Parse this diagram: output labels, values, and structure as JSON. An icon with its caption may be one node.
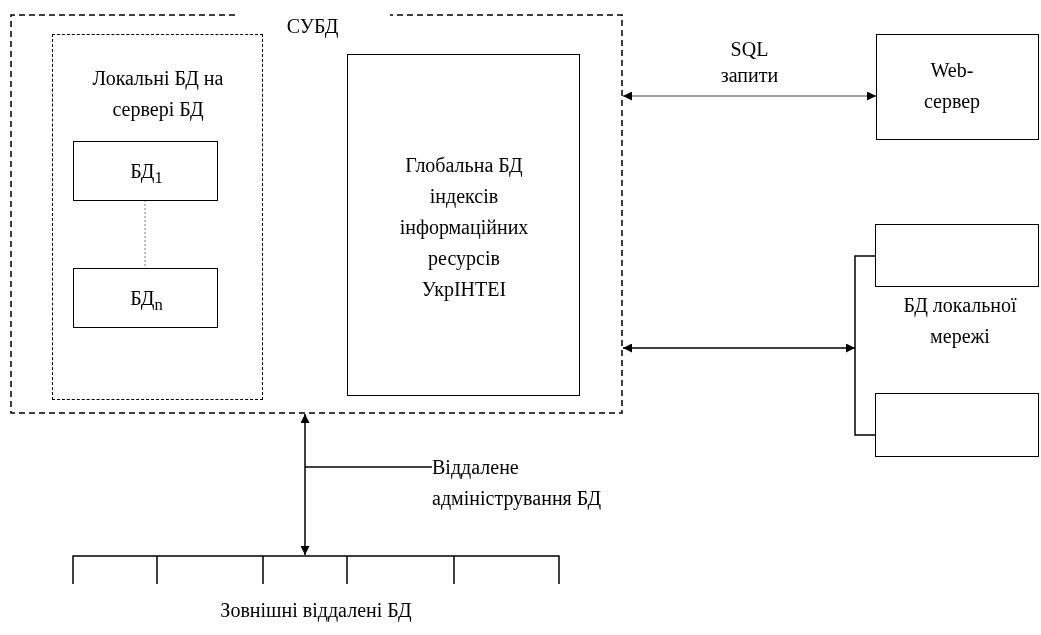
{
  "diagram": {
    "nodes": [
      {
        "text": [
          "СУБД"
        ]
      },
      {
        "text": [
          "Локальні БД на сервері БД"
        ],
        "in": 0
      },
      {
        "text": [
          "БД$_{1}$"
        ],
        "in": 1
      },
      {
        "text": [
          "БД$_{n}$"
        ],
        "in": 1
      },
      {
        "text": [
          "Глобальна БД індексів інформаційних ресурсів УкрІНТЕІ"
        ],
        "in": 0
      },
      {
        "text": [
          "Web-сервер"
        ]
      },
      {
        "text": [
          "БД локальної мережі"
        ]
      },
      {
        "text": [],
        "shape": "box",
        "in": 6
      },
      {
        "text": [],
        "shape": "box",
        "in": 6
      },
      {
        "text": [
          "Віддалене адміністрування БД"
        ]
      },
      {
        "text": [
          "Зовнішні віддалені БД"
        ]
      }
    ],
    "edges": [
      {
        "from": 0,
        "to": 5,
        "arrow": "both",
        "label": "SQL запити",
        "color": "#808080"
      },
      {
        "from": 0,
        "to": 6,
        "arrow": "both"
      },
      {
        "from": 0,
        "to": 10,
        "arrow": "both"
      },
      {
        "from": 2,
        "to": 3,
        "arrow": "none",
        "style": "dashed",
        "color": "#808080"
      },
      {
        "from": 9,
        "to": null,
        "arrow": "none"
      },
      {
        "from": 7,
        "to": 8,
        "arrow": "none"
      }
    ]
  }
}
